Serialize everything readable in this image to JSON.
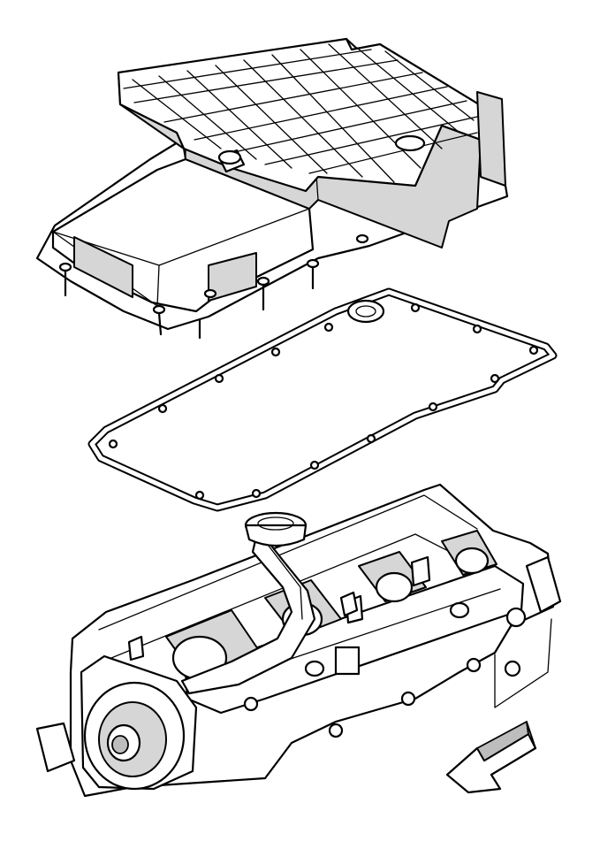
{
  "diagram": {
    "parts": [
      {
        "id": "oil-pan",
        "icon": "oil-pan-icon"
      },
      {
        "id": "oil-pan-gasket",
        "icon": "gasket-icon"
      },
      {
        "id": "engine-block",
        "icon": "engine-block-icon"
      },
      {
        "id": "oil-pickup-tube",
        "icon": "pickup-tube-icon"
      },
      {
        "id": "direction-arrow",
        "icon": "front-arrow-icon"
      }
    ],
    "colors": {
      "line": "#000000",
      "shade": "#d6d6d6",
      "dark_shade": "#bdbdbd",
      "background": "#ffffff"
    }
  }
}
